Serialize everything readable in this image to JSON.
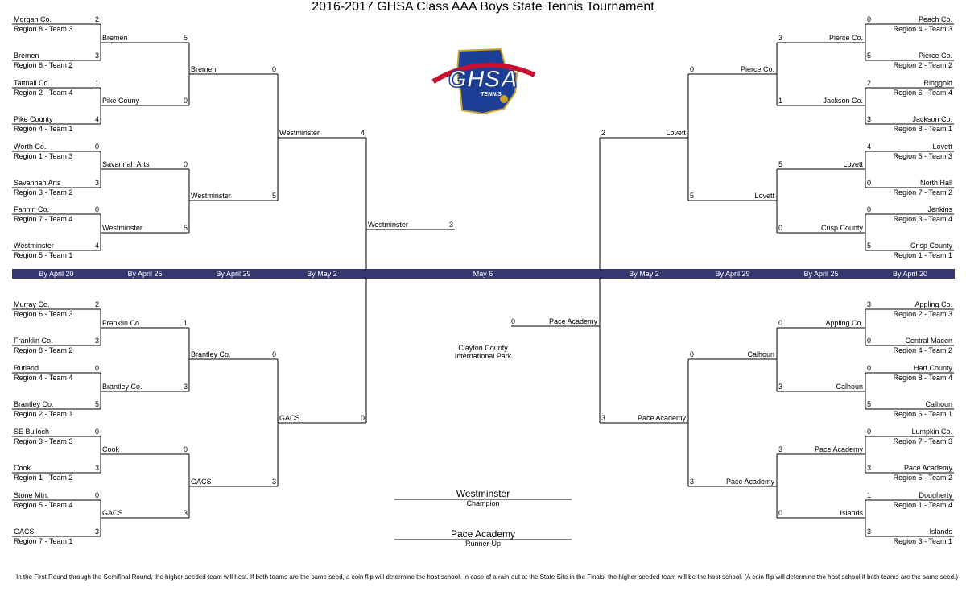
{
  "title": "2016-2017 GHSA Class AAA Boys State Tennis Tournament",
  "logo": {
    "text": "GHSA",
    "subtext": "TENNIS"
  },
  "schedule": [
    "By April 20",
    "By April 25",
    "By April 29",
    "By May 2",
    "May 6",
    "By May 2",
    "By April 29",
    "By April 25",
    "By April 20"
  ],
  "first_round": {
    "left": [
      {
        "name": "Morgan Co.",
        "seed": "Region 8 - Team 3",
        "score": "2"
      },
      {
        "name": "Bremen",
        "seed": "Region 6 - Team 2",
        "score": "3"
      },
      {
        "name": "Tattnall Co.",
        "seed": "Region 2 - Team 4",
        "score": "1"
      },
      {
        "name": "Pike County",
        "seed": "Region 4 - Team 1",
        "score": "4"
      },
      {
        "name": "Worth Co.",
        "seed": "Region 1 - Team 3",
        "score": "0"
      },
      {
        "name": "Savannah Arts",
        "seed": "Region 3 - Team 2",
        "score": "3"
      },
      {
        "name": "Fannin Co.",
        "seed": "Region 7 - Team 4",
        "score": "0"
      },
      {
        "name": "Westminster",
        "seed": "Region 5 - Team 1",
        "score": "4"
      },
      {
        "name": "Murray Co.",
        "seed": "Region 6 - Team 3",
        "score": "2"
      },
      {
        "name": "Franklin Co.",
        "seed": "Region 8 - Team 2",
        "score": "3"
      },
      {
        "name": "Rutland",
        "seed": "Region 4 - Team 4",
        "score": "0"
      },
      {
        "name": "Brantley Co.",
        "seed": "Region 2 - Team 1",
        "score": "5"
      },
      {
        "name": "SE Bulloch",
        "seed": "Region 3 - Team 3",
        "score": "0"
      },
      {
        "name": "Cook",
        "seed": "Region 1 - Team 2",
        "score": "3"
      },
      {
        "name": "Stone Mtn.",
        "seed": "Region 5 - Team 4",
        "score": "0"
      },
      {
        "name": "GACS",
        "seed": "Region 7 - Team 1",
        "score": "3"
      }
    ],
    "right": [
      {
        "name": "Peach Co.",
        "seed": "Region 4 - Team 3",
        "score": "0"
      },
      {
        "name": "Pierce Co.",
        "seed": "Region 2 - Team 2",
        "score": "5"
      },
      {
        "name": "Ringgold",
        "seed": "Region 6 - Team 4",
        "score": "2"
      },
      {
        "name": "Jackson Co.",
        "seed": "Region 8 - Team 1",
        "score": "3"
      },
      {
        "name": "Lovett",
        "seed": "Region 5 - Team 3",
        "score": "4"
      },
      {
        "name": "North Hall",
        "seed": "Region 7 - Team 2",
        "score": "0"
      },
      {
        "name": "Jenkins",
        "seed": "Region 3 - Team 4",
        "score": "0"
      },
      {
        "name": "Crisp County",
        "seed": "Region 1 - Team 1",
        "score": "5"
      },
      {
        "name": "Appling Co.",
        "seed": "Region 2 - Team 3",
        "score": "3"
      },
      {
        "name": "Central Macon",
        "seed": "Region 4 - Team 2",
        "score": "0"
      },
      {
        "name": "Hart County",
        "seed": "Region 8 - Team 4",
        "score": "0"
      },
      {
        "name": "Calhoun",
        "seed": "Region 6 - Team 1",
        "score": "5"
      },
      {
        "name": "Lumpkin Co.",
        "seed": "Region 7 - Team 3",
        "score": "0"
      },
      {
        "name": "Pace Academy",
        "seed": "Region 5 - Team 2",
        "score": "3"
      },
      {
        "name": "Dougherty",
        "seed": "Region 1 - Team 4",
        "score": "1"
      },
      {
        "name": "Islands",
        "seed": "Region 3 - Team 1",
        "score": "3"
      }
    ]
  },
  "second_round": {
    "left": [
      {
        "name": "Bremen",
        "score": "5"
      },
      {
        "name": "Pike Couny",
        "score": "0"
      },
      {
        "name": "Savannah Arts",
        "score": "0"
      },
      {
        "name": "Westminster",
        "score": "5"
      },
      {
        "name": "Franklin Co.",
        "score": "1"
      },
      {
        "name": "Brantley Co.",
        "score": "3"
      },
      {
        "name": "Cook",
        "score": "0"
      },
      {
        "name": "GACS",
        "score": "3"
      }
    ],
    "right": [
      {
        "name": "Pierce Co.",
        "score": "3"
      },
      {
        "name": "Jackson Co.",
        "score": "1"
      },
      {
        "name": "Lovett",
        "score": "5"
      },
      {
        "name": "Crisp County",
        "score": "0"
      },
      {
        "name": "Appling Co.",
        "score": "0"
      },
      {
        "name": "Calhoun",
        "score": "3"
      },
      {
        "name": "Pace Academy",
        "score": "3"
      },
      {
        "name": "Islands",
        "score": "0"
      }
    ]
  },
  "quarterfinals": {
    "left": [
      {
        "name": "Bremen",
        "score": "0"
      },
      {
        "name": "Westminster",
        "score": "5"
      },
      {
        "name": "Brantley Co.",
        "score": "0"
      },
      {
        "name": "GACS",
        "score": "3"
      }
    ],
    "right": [
      {
        "name": "Pierce Co.",
        "score": "0"
      },
      {
        "name": "Lovett",
        "score": "5"
      },
      {
        "name": "Calhoun",
        "score": "0"
      },
      {
        "name": "Pace Academy",
        "score": "3"
      }
    ]
  },
  "semifinals": {
    "left": [
      {
        "name": "Westminster",
        "score": "4"
      },
      {
        "name": "GACS",
        "score": "0"
      }
    ],
    "right": [
      {
        "name": "Lovett",
        "score": "2"
      },
      {
        "name": "Pace Academy",
        "score": "3"
      }
    ]
  },
  "finals": {
    "left": {
      "name": "Westminster",
      "score": "3"
    },
    "right": {
      "name": "Pace Academy",
      "score": "0"
    }
  },
  "venue": {
    "line1": "Clayton County",
    "line2": "International Park"
  },
  "champion": {
    "name": "Westminster",
    "label": "Champion"
  },
  "runner_up": {
    "name": "Pace Academy",
    "label": "Runner-Up"
  },
  "footnote": "In the First Round through the Semifinal Round, the higher seeded team will host. If both teams are the same seed, a coin flip will determine the host school. In case of a rain-out at the State Site in the Finals, the higher-seeded team will be the host school.  (A coin flip will determine the host school if both teams are the same seed.)",
  "colors": {
    "banner": "#35376e",
    "logo_blue": "#1c3f95",
    "logo_red": "#c8102e",
    "logo_gold": "#c9a227"
  }
}
